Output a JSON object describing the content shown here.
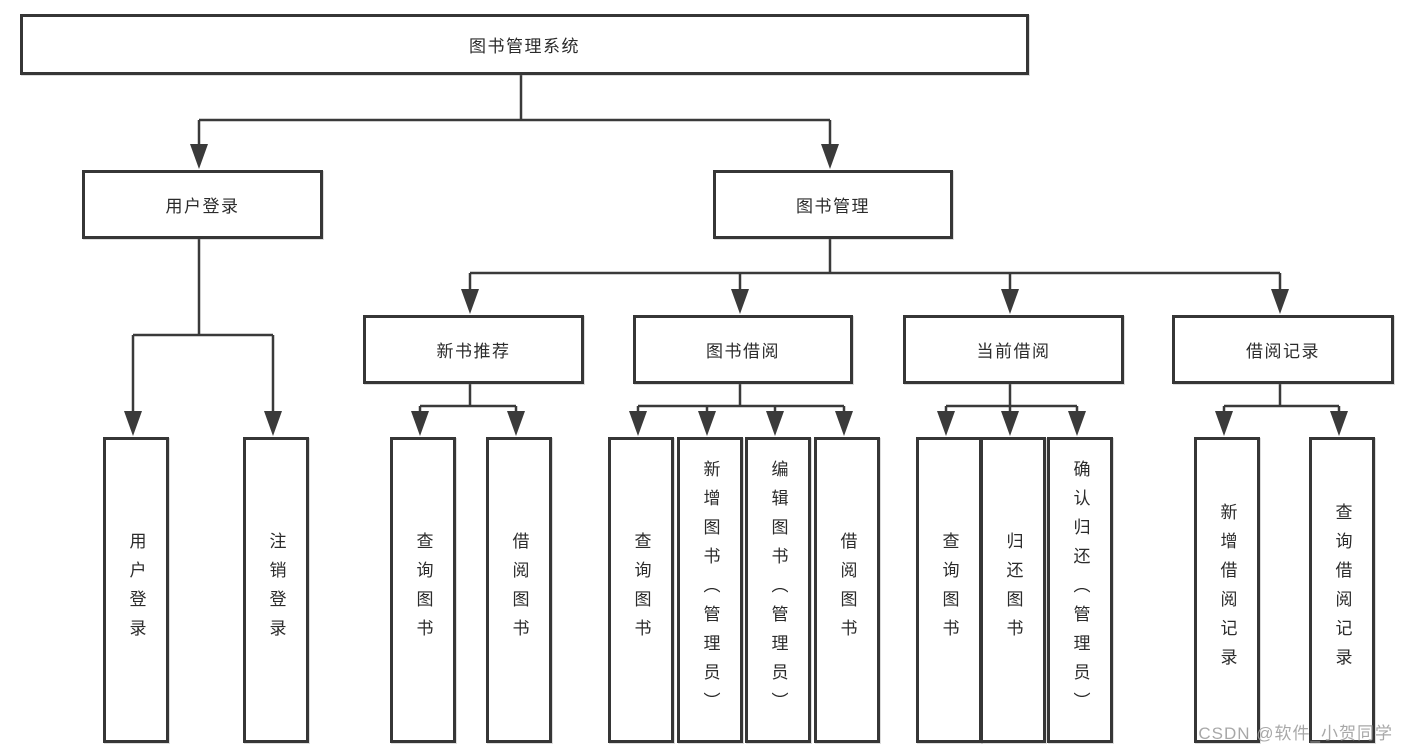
{
  "title": {
    "label": "图书管理系统"
  },
  "branches": {
    "user_login": {
      "label": "用户登录",
      "children": {
        "login": {
          "label": "用户登录"
        },
        "logout": {
          "label": "注销登录"
        }
      }
    },
    "book_management": {
      "label": "图书管理",
      "children": {
        "new_book_recommend": {
          "label": "新书推荐",
          "children": {
            "query_book": {
              "label": "查询图书"
            },
            "borrow_book": {
              "label": "借阅图书"
            }
          }
        },
        "book_borrow": {
          "label": "图书借阅",
          "children": {
            "query_book": {
              "label": "查询图书"
            },
            "add_book_admin": {
              "label": "新增图书（管理员）"
            },
            "edit_book_admin": {
              "label": "编辑图书（管理员）"
            },
            "borrow_book": {
              "label": "借阅图书"
            }
          }
        },
        "current_borrow": {
          "label": "当前借阅",
          "children": {
            "query_book": {
              "label": "查询图书"
            },
            "return_book": {
              "label": "归还图书"
            },
            "confirm_return_admin": {
              "label": "确认归还（管理员）"
            }
          }
        },
        "borrow_records": {
          "label": "借阅记录",
          "children": {
            "add_borrow_record": {
              "label": "新增借阅记录"
            },
            "query_borrow_record": {
              "label": "查询借阅记录"
            }
          }
        }
      }
    }
  },
  "watermark": {
    "text": "CSDN @软件_小贺同学",
    "color": "#9f9f9f"
  },
  "colors": {
    "border": "#363636",
    "line": "#3a3a3a",
    "text": "#2b2b2b",
    "background": "#ffffff"
  }
}
